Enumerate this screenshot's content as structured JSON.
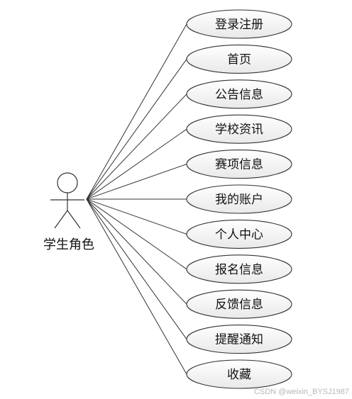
{
  "actor": {
    "label": "学生角色"
  },
  "use_cases": [
    {
      "label": "登录注册"
    },
    {
      "label": "首页"
    },
    {
      "label": "公告信息"
    },
    {
      "label": "学校资讯"
    },
    {
      "label": "赛项信息"
    },
    {
      "label": "我的账户"
    },
    {
      "label": "个人中心"
    },
    {
      "label": "报名信息"
    },
    {
      "label": "反馈信息"
    },
    {
      "label": "提醒通知"
    },
    {
      "label": "收藏"
    }
  ],
  "watermark": "CSDN @weixin_BYSJ1987",
  "colors": {
    "stroke": "#333333",
    "text": "#111111",
    "ellipse_fill_top": "#ffffff",
    "ellipse_fill_bottom": "#e9e9e9",
    "watermark": "#b8b8b8"
  }
}
